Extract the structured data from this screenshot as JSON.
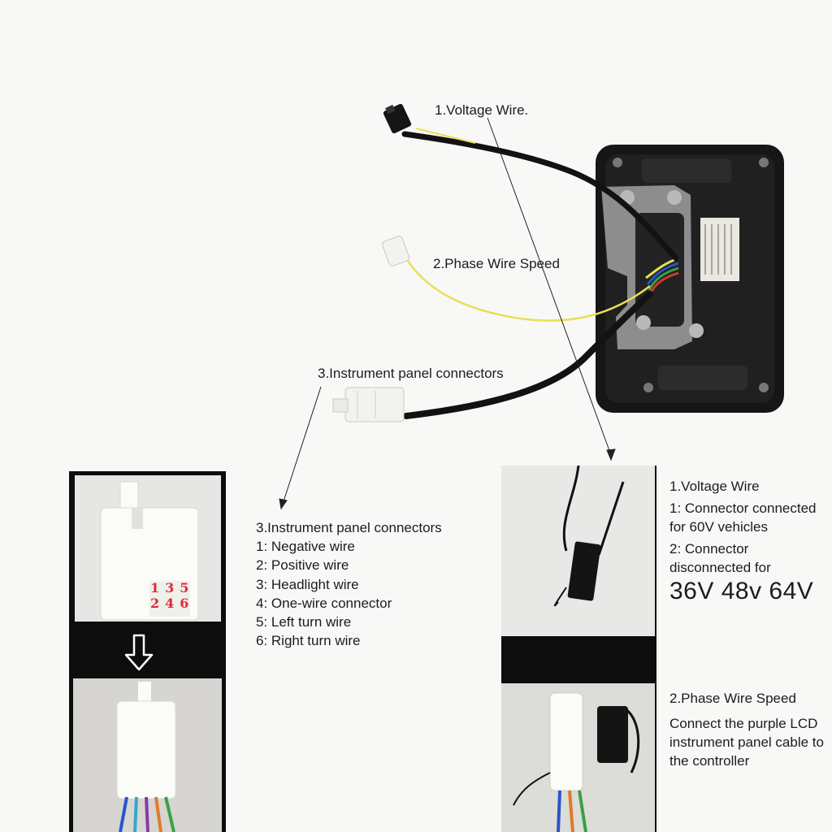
{
  "callouts": {
    "voltage": "1.Voltage Wire.",
    "phase": "2.Phase Wire Speed",
    "connectors": "3.Instrument panel connectors"
  },
  "connector_legend": {
    "title": "3.Instrument panel connectors",
    "items": [
      "1: Negative wire",
      "2: Positive wire",
      "3: Headlight wire",
      "4: One-wire connector",
      "5: Left turn wire",
      "6: Right turn wire"
    ],
    "pin_numbers_top": [
      "1",
      "3",
      "5"
    ],
    "pin_numbers_bottom": [
      "2",
      "4",
      "6"
    ]
  },
  "voltage_notes": {
    "title": "1.Voltage Wire",
    "note1": "1: Connector connected for 60V vehicles",
    "note2": "2: Connector disconnected for",
    "voltages": "36V 48v 64V"
  },
  "phase_notes": {
    "title": "2.Phase Wire Speed",
    "body": "Connect the purple LCD instrument panel cable to the controller"
  },
  "colors": {
    "pin_number": "#e0283c",
    "cable": "#121212",
    "phase_wire": "#e8df55",
    "connector_white": "#f2f2ee"
  },
  "icons": {
    "flow_arrow": "down-arrow-icon"
  }
}
